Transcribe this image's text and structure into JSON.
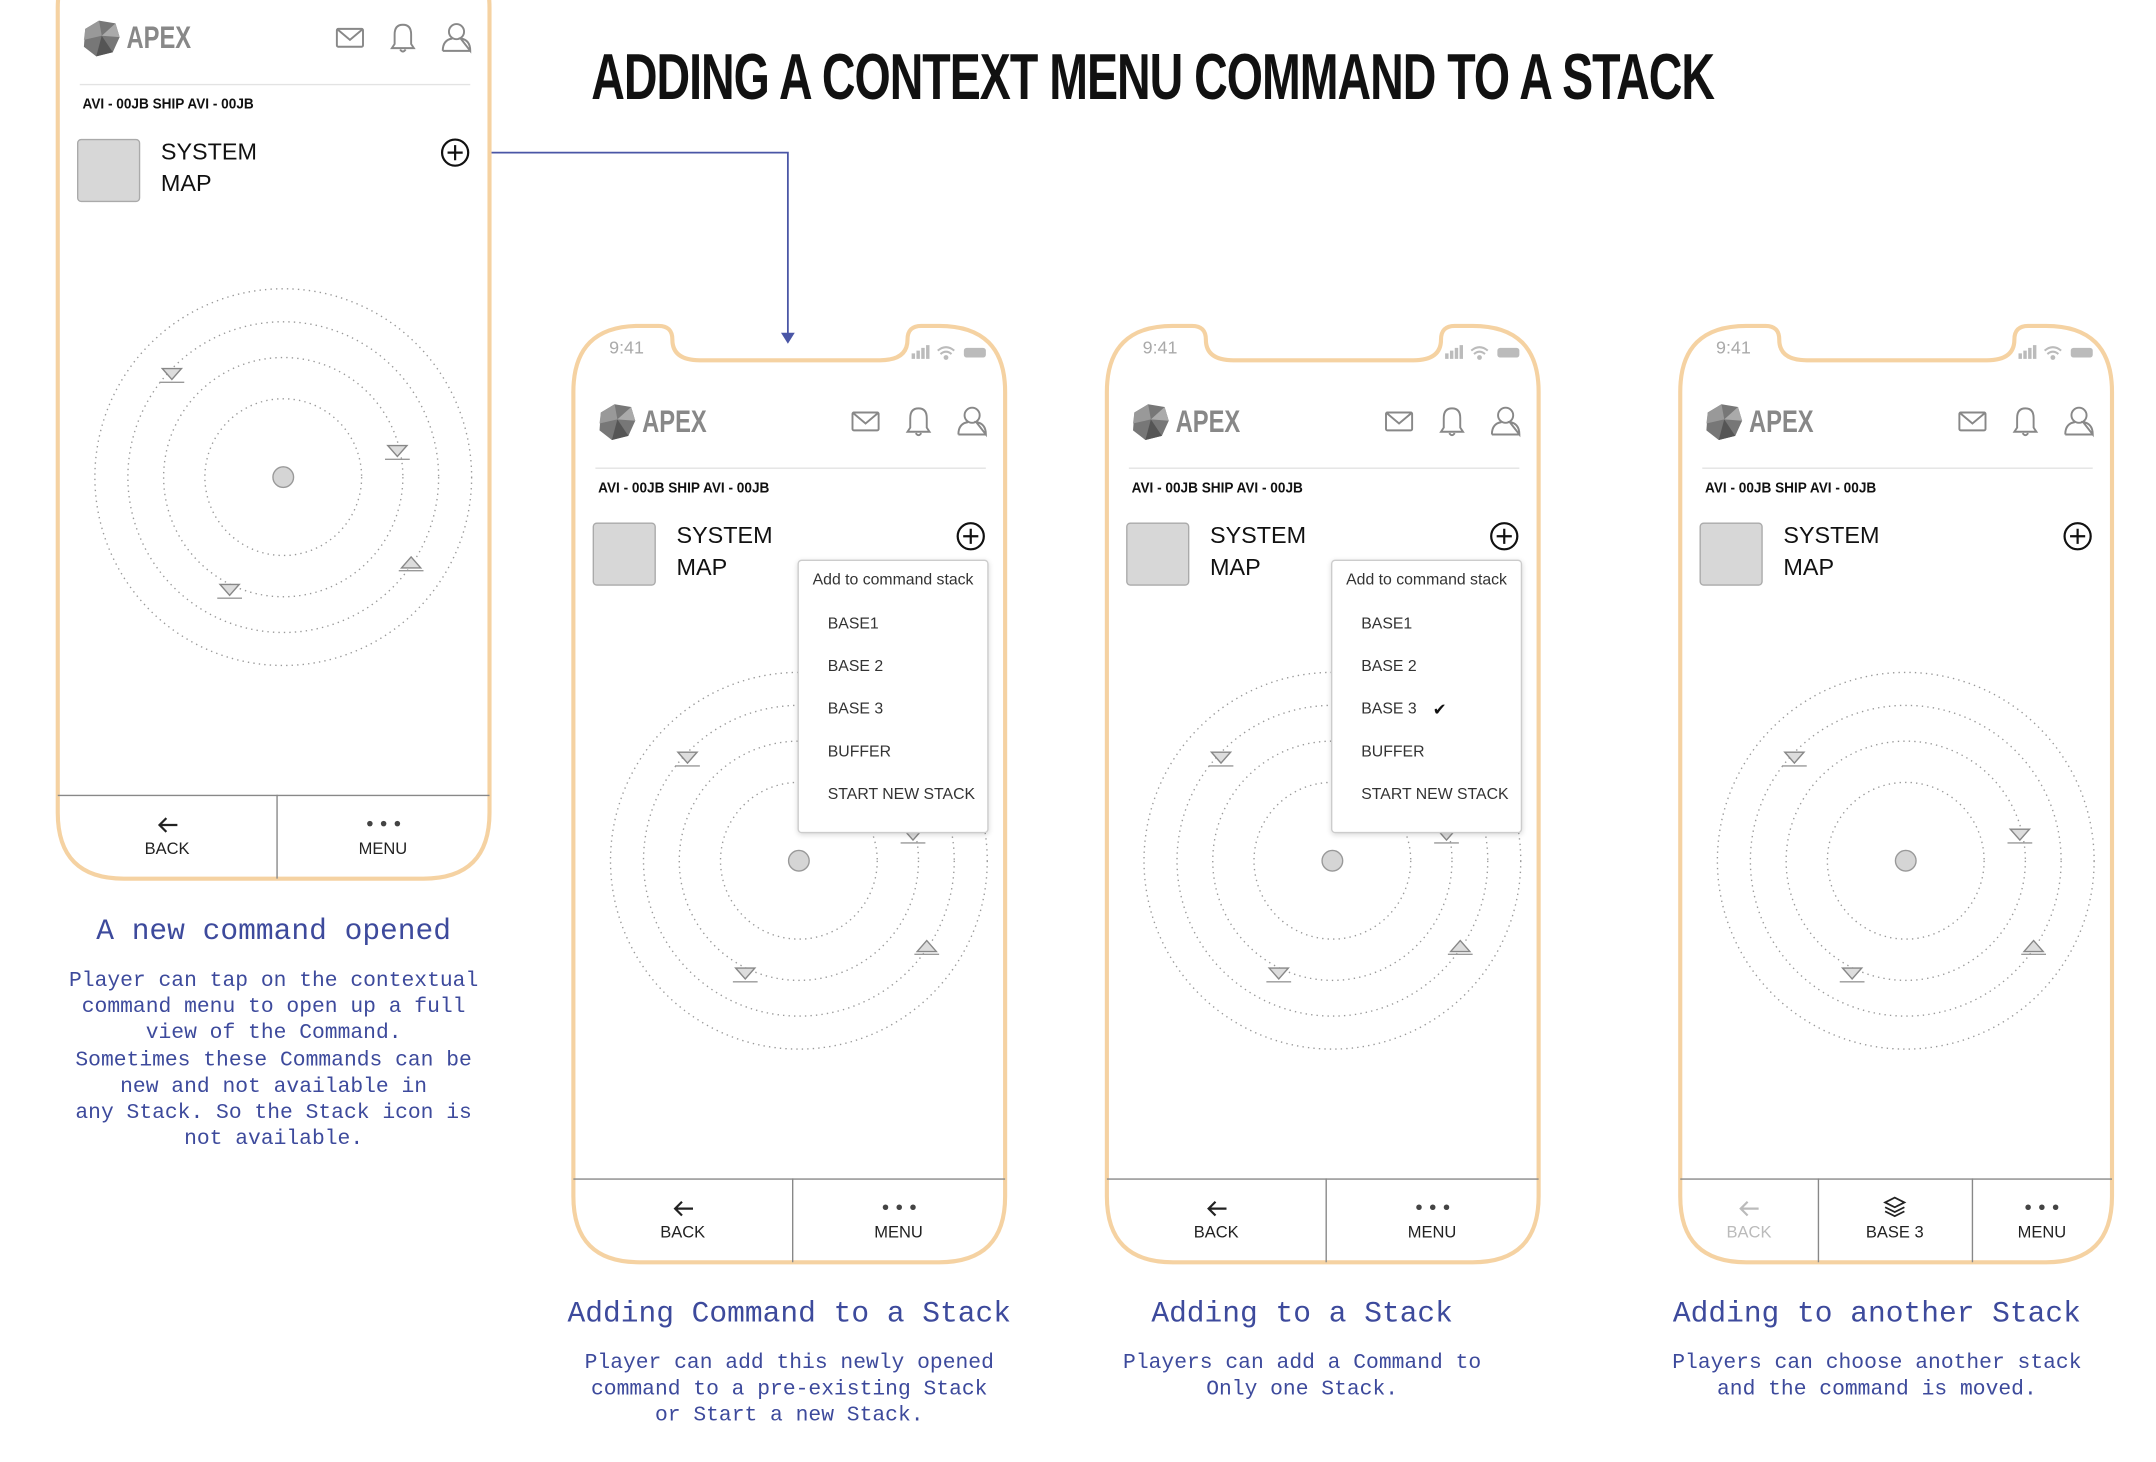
{
  "title": "ADDING A CONTEXT MENU COMMAND TO A STACK",
  "colors": {
    "accent": "#4a56a6",
    "phone_border": "#f5d2a2",
    "caption": "#3d4a9c"
  },
  "screen": {
    "time": "9:41",
    "app_name": "APEX",
    "ship_label": "AVI - 00JB SHIP AVI - 00JB",
    "item_name": "SYSTEM MAP",
    "icons": [
      "mail-icon",
      "bell-icon",
      "user-icon",
      "plus-circle-icon"
    ]
  },
  "context_menu": {
    "header": "Add to command stack",
    "items": [
      "BASE1",
      "BASE 2",
      "BASE 3",
      "BUFFER",
      "START NEW STACK"
    ]
  },
  "phones": [
    {
      "menu": false,
      "checked": null,
      "nav": [
        {
          "label": "BACK",
          "icon": "arrow-left-icon",
          "disabled": false
        },
        {
          "label": "MENU",
          "icon": "more-icon"
        }
      ],
      "caption": {
        "title": "A new command opened",
        "text": "Player can tap on the contextual\ncommand menu to open up a full\nview of the Command.\nSometimes these Commands can be\nnew and not available in\nany Stack. So the Stack icon is\nnot available."
      }
    },
    {
      "menu": true,
      "checked": null,
      "nav": [
        {
          "label": "BACK",
          "icon": "arrow-left-icon",
          "disabled": false
        },
        {
          "label": "MENU",
          "icon": "more-icon"
        }
      ],
      "caption": {
        "title": "Adding Command to a Stack",
        "text": "Player can add this newly opened\ncommand to a pre-existing Stack\nor Start a new Stack."
      }
    },
    {
      "menu": true,
      "checked": 2,
      "nav": [
        {
          "label": "BACK",
          "icon": "arrow-left-icon",
          "disabled": false
        },
        {
          "label": "MENU",
          "icon": "more-icon"
        }
      ],
      "caption": {
        "title": "Adding to a Stack",
        "text": "Players can add a Command to\nOnly one Stack."
      }
    },
    {
      "menu": false,
      "checked": null,
      "nav": [
        {
          "label": "BACK",
          "icon": "arrow-left-icon",
          "disabled": true
        },
        {
          "label": "BASE 3",
          "icon": "layers-icon"
        },
        {
          "label": "MENU",
          "icon": "more-icon"
        }
      ],
      "caption": {
        "title": "Adding to another Stack",
        "text": "Players can choose another stack\nand the command is moved."
      }
    }
  ]
}
